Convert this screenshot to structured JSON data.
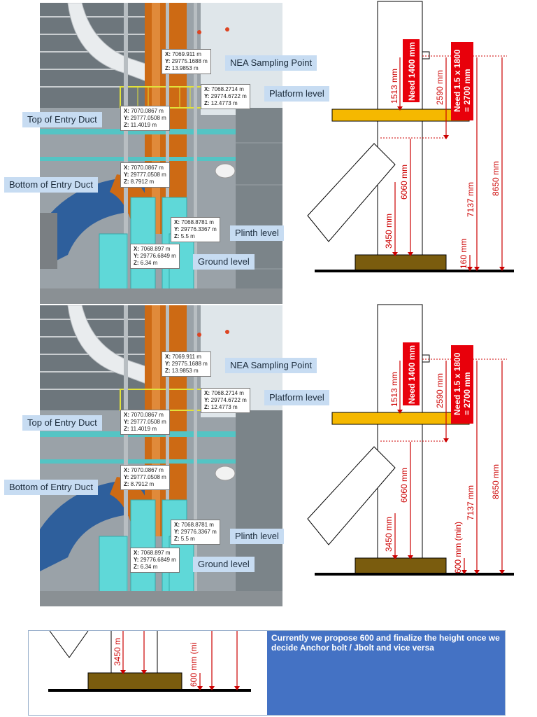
{
  "top": {
    "callouts": {
      "nea": "NEA Sampling Point",
      "platform": "Platform level",
      "top_duct": "Top of Entry Duct",
      "bottom_duct": "Bottom of Entry Duct",
      "plinth": "Plinth level",
      "ground": "Ground level"
    },
    "coords": {
      "nea": {
        "x": "7069.911 m",
        "y": "29775.1688 m",
        "z": "13.9853 m"
      },
      "platform": {
        "x": "7068.2714 m",
        "y": "29774.6722 m",
        "z": "12.4773 m"
      },
      "top_duct": {
        "x": "7070.0867 m",
        "y": "29777.0508 m",
        "z": "11.4019 m"
      },
      "bottom_duct": {
        "x": "7070.0867 m",
        "y": "29777.0508 m",
        "z": "8.7912 m"
      },
      "plinth": {
        "x": "7068.8781 m",
        "y": "29776.3367 m",
        "z": "5.5 m"
      },
      "ground": {
        "x": "7068.897 m",
        "y": "29776.6849 m",
        "z": "6.34 m"
      }
    },
    "dims": {
      "d1513": "1513 mm",
      "need1400": "Need 1400 mm",
      "d2590": "2590 mm",
      "need2700_l1": "Need 1.5 x 1800",
      "need2700_l2": "= 2700 mm",
      "d6060": "6060 mm",
      "d3450": "3450 mm",
      "d7137": "7137 mm",
      "d8650": "8650 mm",
      "plinth_dim": "160 mm"
    }
  },
  "bottom": {
    "callouts": {
      "nea": "NEA Sampling Point",
      "platform": "Platform level",
      "top_duct": "Top of Entry Duct",
      "bottom_duct": "Bottom of Entry Duct",
      "plinth": "Plinth level",
      "ground": "Ground level"
    },
    "coords": {
      "nea": {
        "x": "7069.911 m",
        "y": "29775.1688 m",
        "z": "13.9853 m"
      },
      "platform": {
        "x": "7068.2714 m",
        "y": "29774.6722 m",
        "z": "12.4773 m"
      },
      "top_duct": {
        "x": "7070.0867 m",
        "y": "29777.0508 m",
        "z": "11.4019 m"
      },
      "bottom_duct": {
        "x": "7070.0867 m",
        "y": "29777.0508 m",
        "z": "8.7912 m"
      },
      "plinth": {
        "x": "7068.8781 m",
        "y": "29776.3367 m",
        "z": "5.5 m"
      },
      "ground": {
        "x": "7068.897 m",
        "y": "29776.6849 m",
        "z": "6.34 m"
      }
    },
    "dims": {
      "d1513": "1513 mm",
      "need1400": "Need 1400 mm",
      "d2590": "2590 mm",
      "need2700_l1": "Need 1.5 x 1800",
      "need2700_l2": "= 2700 mm",
      "d6060": "6060 mm",
      "d3450": "3450 mm",
      "d7137": "7137 mm",
      "d8650": "8650 mm",
      "plinth_dim": "600 mm (min)"
    }
  },
  "note": {
    "crop_d3450": "3450 m",
    "crop_d600": "600 mm (mi",
    "text": "Currently we propose 600 and finalize the height once we decide Anchor bolt / Jbolt  and vice versa"
  },
  "colors": {
    "dimension_red": "#cc0000",
    "platform_orange": "#f5b800",
    "plinth_brown": "#7a5c0e",
    "note_blue": "#4472c4",
    "callout_blue": "#c7dcf2"
  }
}
